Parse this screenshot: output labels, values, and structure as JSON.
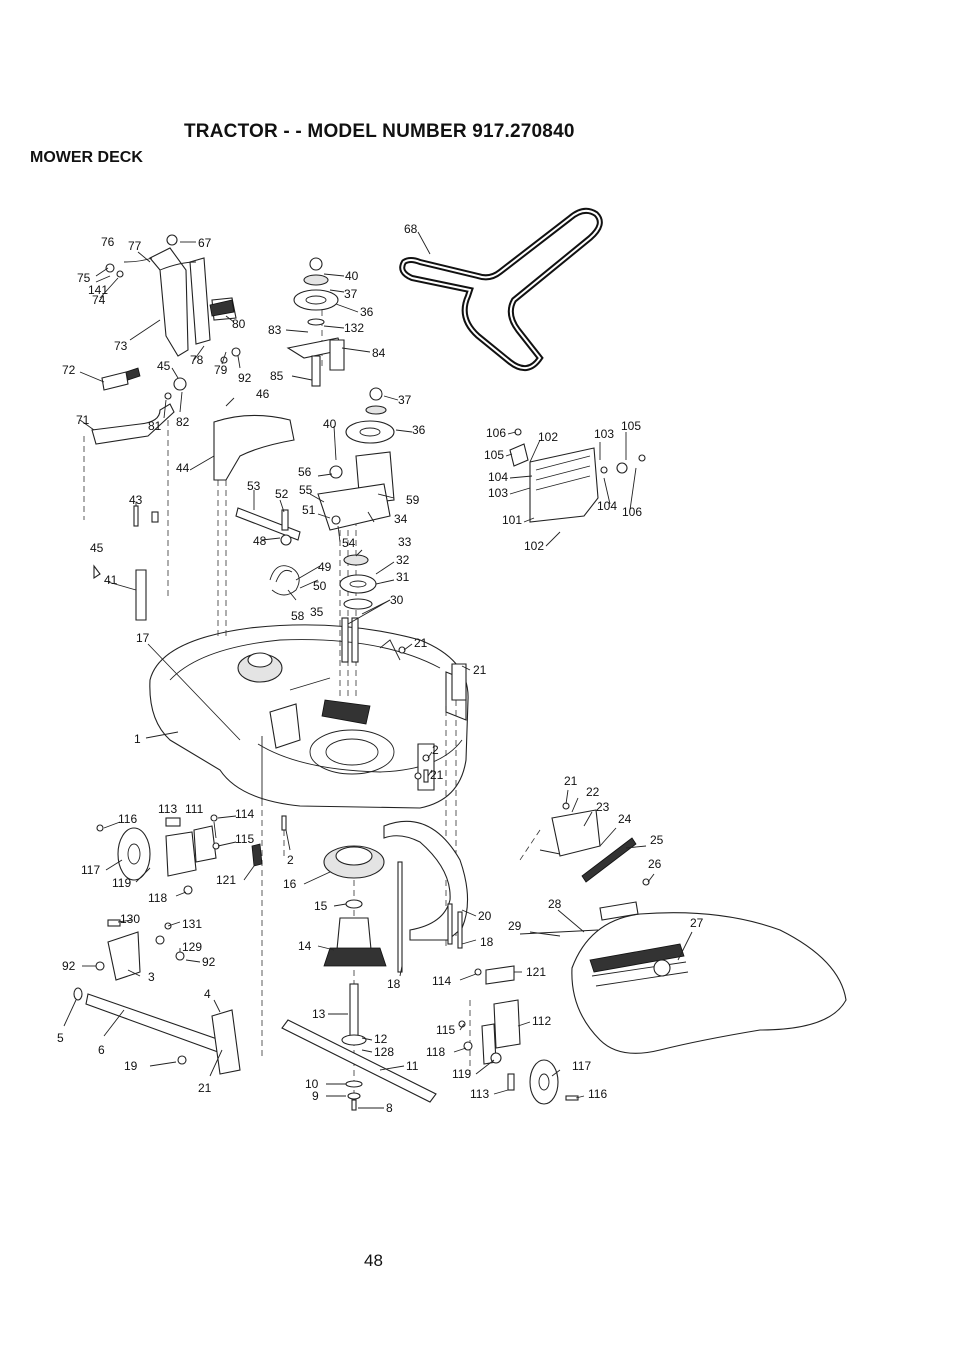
{
  "header": {
    "title": "TRACTOR - - MODEL NUMBER 917.270840",
    "section": "MOWER DECK"
  },
  "footer": {
    "page_number": "48"
  },
  "callouts": [
    "76",
    "77",
    "67",
    "75",
    "141",
    "74",
    "73",
    "80",
    "78",
    "79",
    "92",
    "72",
    "45",
    "81",
    "82",
    "46",
    "71",
    "40",
    "37",
    "36",
    "83",
    "132",
    "84",
    "85",
    "68",
    "44",
    "43",
    "45",
    "41",
    "17",
    "1",
    "53",
    "52",
    "48",
    "49",
    "50",
    "58",
    "35",
    "30",
    "56",
    "55",
    "51",
    "54",
    "34",
    "33",
    "32",
    "31",
    "59",
    "37",
    "36",
    "40",
    "106",
    "105",
    "102",
    "103",
    "105",
    "104",
    "103",
    "101",
    "104",
    "106",
    "102",
    "21",
    "21",
    "2",
    "21",
    "116",
    "113",
    "111",
    "114",
    "115",
    "117",
    "119",
    "121",
    "118",
    "2",
    "16",
    "130",
    "131",
    "129",
    "92",
    "92",
    "3",
    "4",
    "5",
    "6",
    "19",
    "21",
    "15",
    "14",
    "20",
    "18",
    "18",
    "114",
    "121",
    "13",
    "12",
    "128",
    "11",
    "10",
    "9",
    "8",
    "115",
    "112",
    "118",
    "119",
    "117",
    "113",
    "116",
    "21",
    "22",
    "23",
    "24",
    "25",
    "26",
    "28",
    "29",
    "27"
  ]
}
